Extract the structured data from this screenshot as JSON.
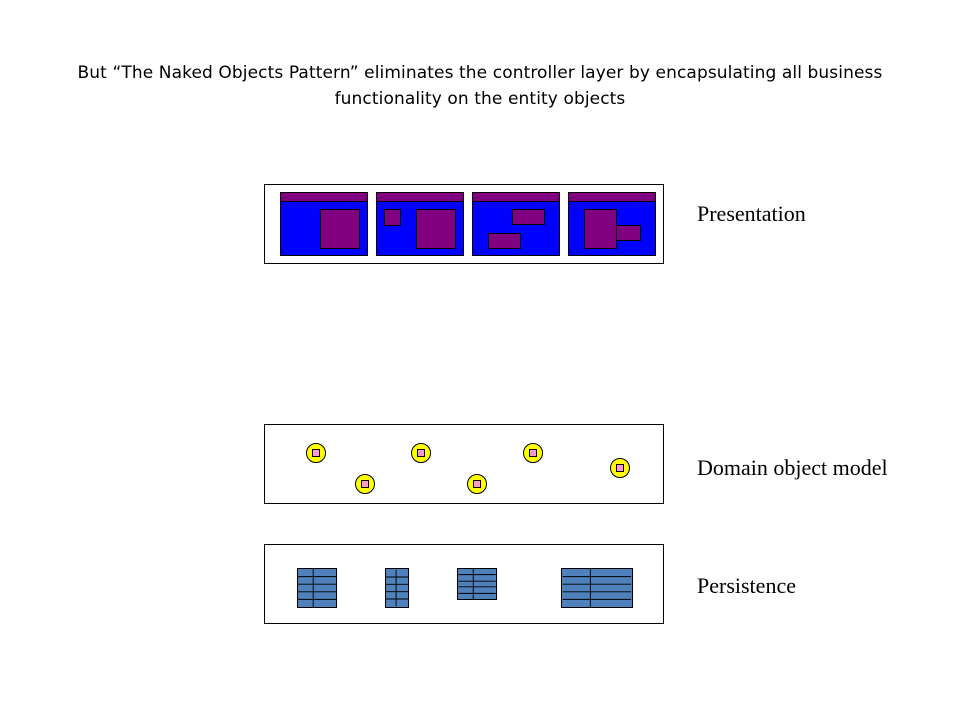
{
  "caption": "But “The Naked Objects Pattern” eliminates the controller layer by encapsulating all business functionality on the entity objects",
  "layers": {
    "presentation": "Presentation",
    "domain": "Domain object model",
    "persistence": "Persistence"
  },
  "colors": {
    "window_fill": "#0000ff",
    "window_bar": "#800080",
    "object_fill": "#ffff00",
    "object_core": "#ff99cc",
    "table_fill": "#4f81bd"
  }
}
